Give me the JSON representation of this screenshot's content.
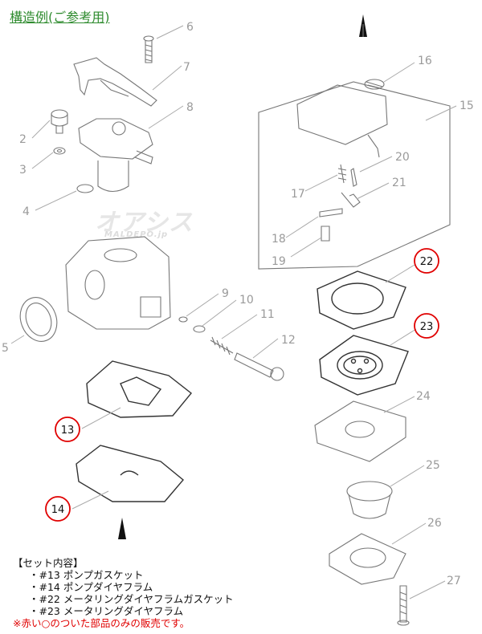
{
  "title": "構造例(ご参考用)",
  "watermark": {
    "main": "オアシス",
    "sub": "MALDEPO.jp"
  },
  "part_numbers": [
    "2",
    "3",
    "4",
    "5",
    "6",
    "7",
    "8",
    "9",
    "10",
    "11",
    "12",
    "15",
    "16",
    "17",
    "18",
    "19",
    "20",
    "21",
    "24",
    "25",
    "26",
    "27"
  ],
  "highlighted_parts": [
    "13",
    "14",
    "22",
    "23"
  ],
  "highlight_color": "#e00000",
  "set_contents": {
    "heading": "【セット内容】",
    "items": [
      "・#13 ポンプガスケット",
      "・#14 ポンプダイヤフラム",
      "・#22 メータリングダイヤフラムガスケット",
      "・#23 メータリングダイヤフラム"
    ],
    "note": "※赤い○のついた部品のみの販売です。"
  }
}
